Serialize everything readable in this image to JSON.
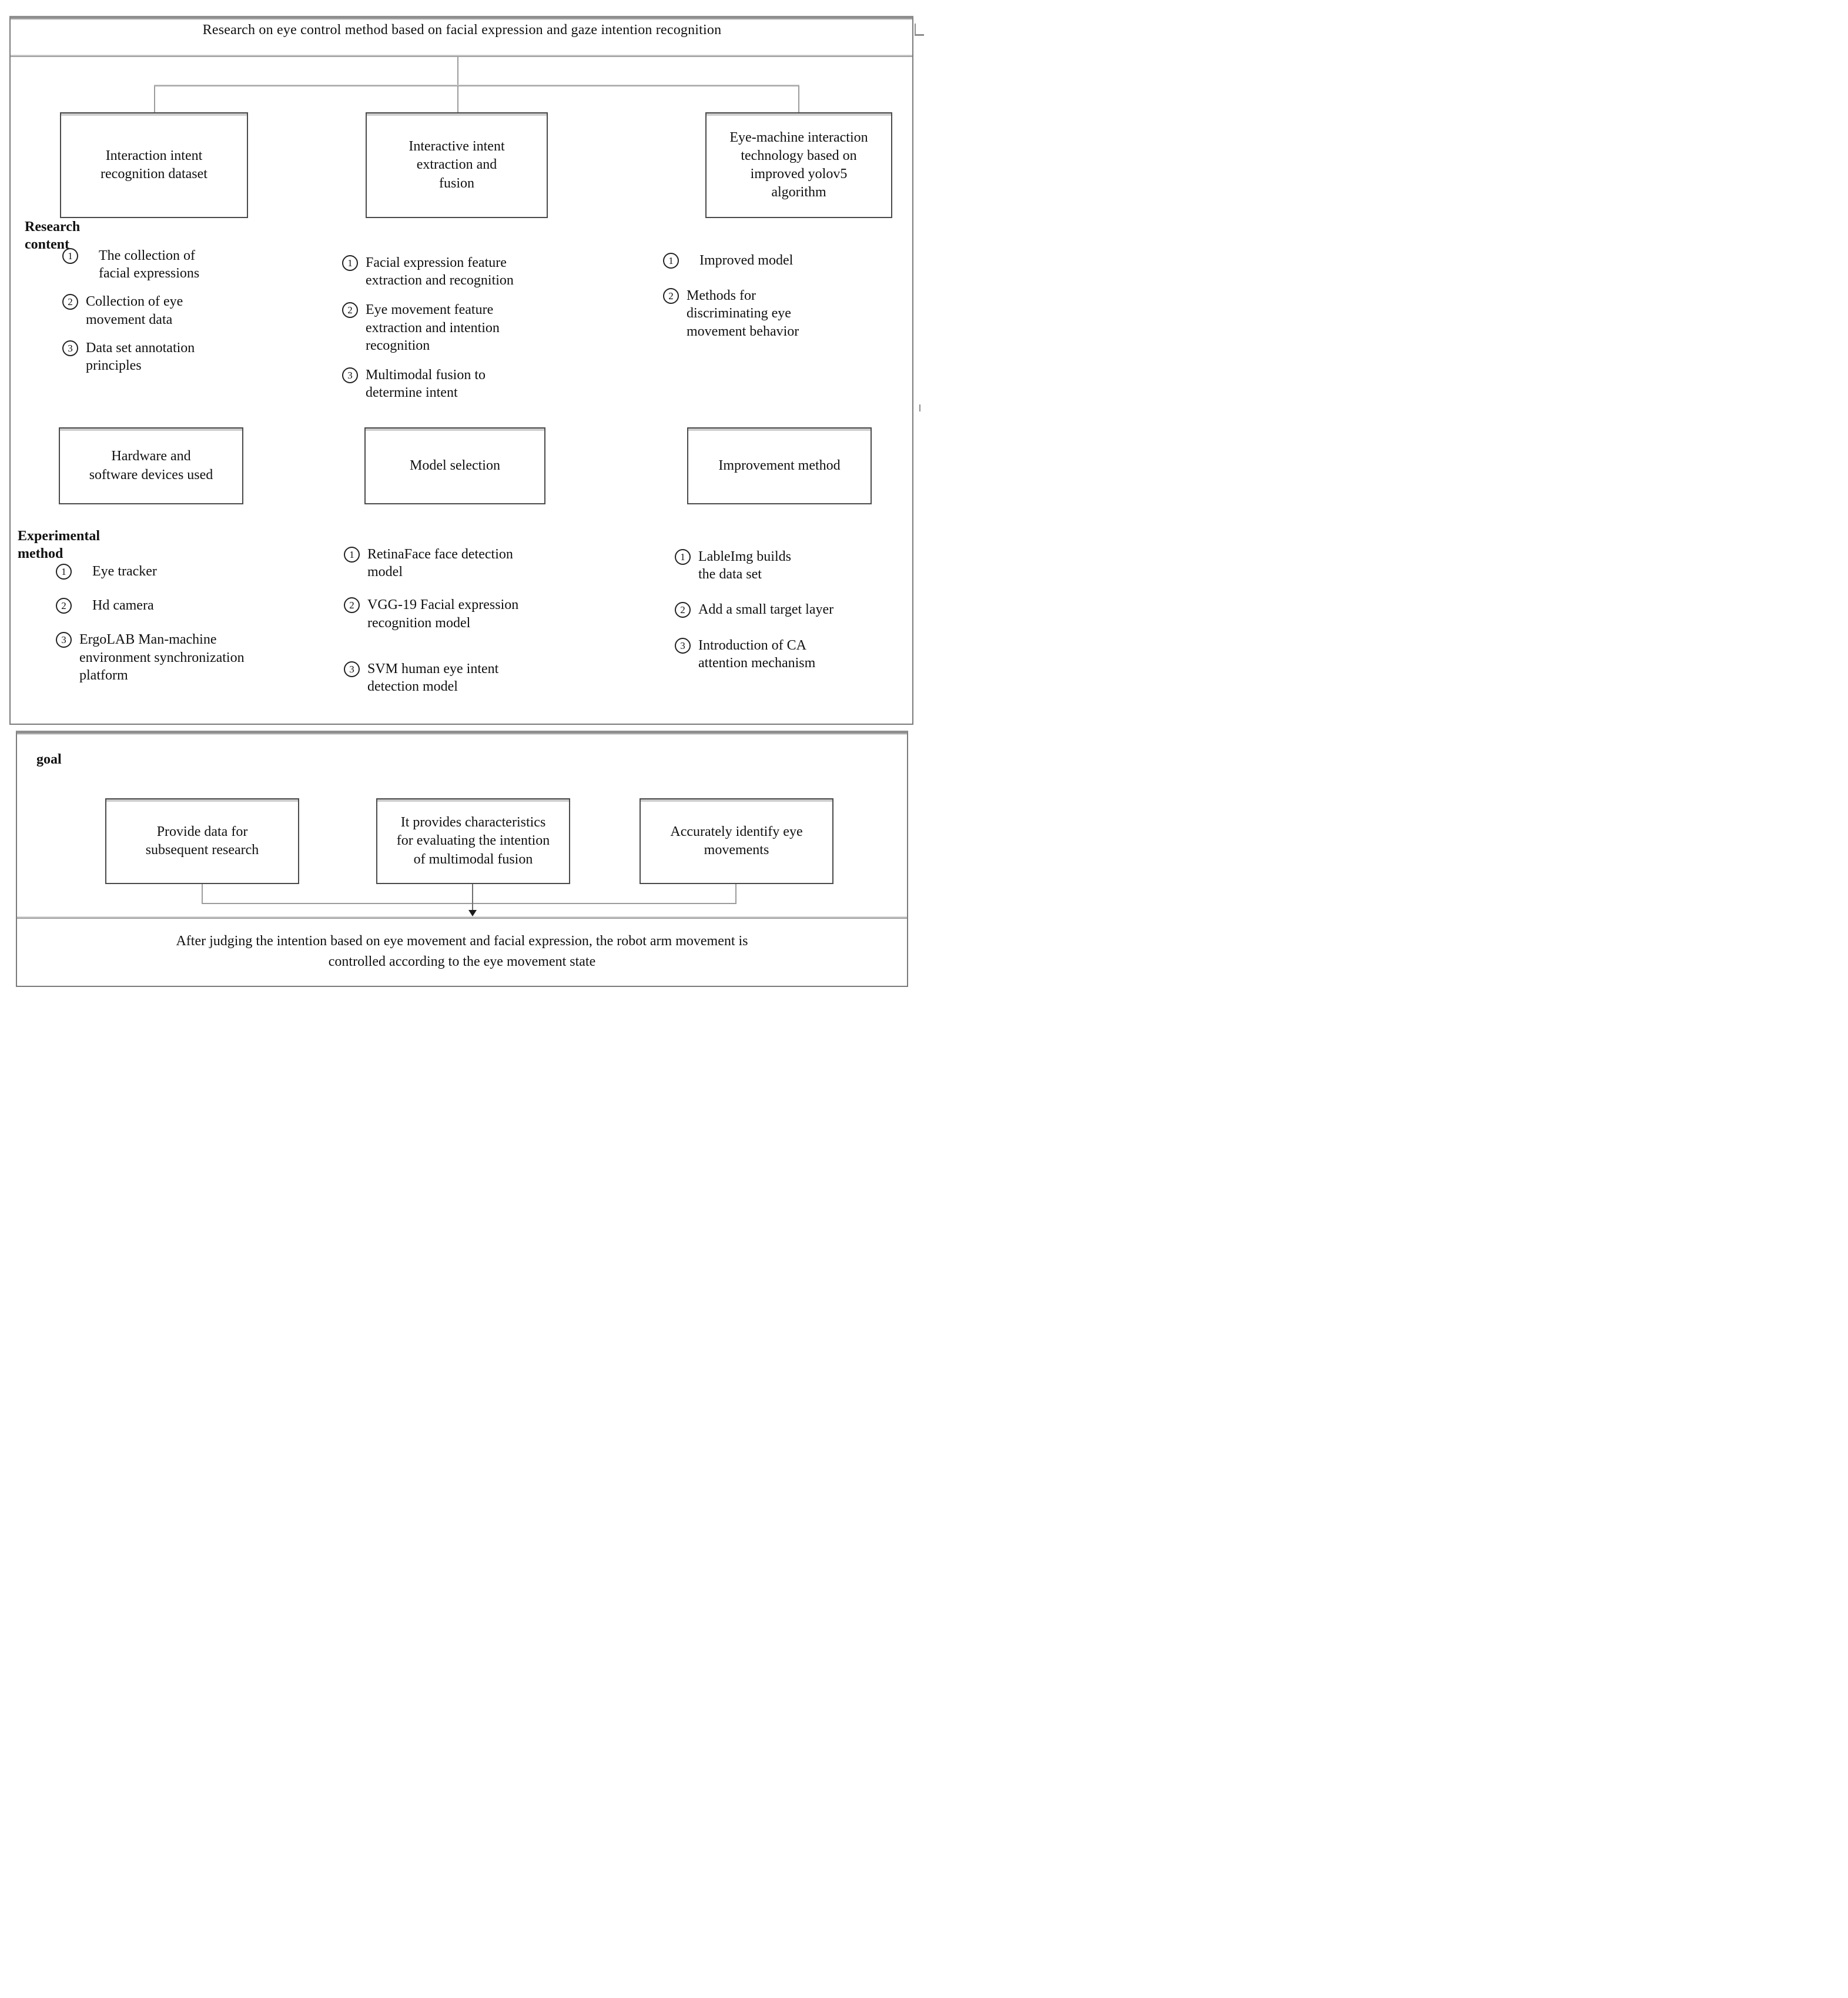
{
  "title": "Research on eye control method based on facial expression and gaze intention recognition",
  "headings": {
    "research": "Research content",
    "experimental": "Experimental method",
    "goal": "goal"
  },
  "top_boxes": [
    {
      "label": "Interaction intent\nrecognition dataset"
    },
    {
      "label": "Interactive intent\nextraction and\nfusion"
    },
    {
      "label": "Eye-machine interaction\ntechnology based on\nimproved yolov5\nalgorithm"
    }
  ],
  "research_items": {
    "left": [
      {
        "num": "1",
        "text": "The collection of\nfacial expressions"
      },
      {
        "num": "2",
        "text": "Collection of eye\nmovement data"
      },
      {
        "num": "3",
        "text": "Data set annotation\nprinciples"
      }
    ],
    "middle": [
      {
        "num": "1",
        "text": "Facial expression feature\nextraction and recognition"
      },
      {
        "num": "2",
        "text": "Eye movement feature\nextraction and intention\nrecognition"
      },
      {
        "num": "3",
        "text": "Multimodal fusion to\ndetermine intent"
      }
    ],
    "right": [
      {
        "num": "1",
        "text": "Improved model"
      },
      {
        "num": "2",
        "text": "Methods for\ndiscriminating eye\nmovement behavior"
      }
    ]
  },
  "method_boxes": [
    {
      "label": "Hardware and\nsoftware devices used"
    },
    {
      "label": "Model selection"
    },
    {
      "label": "Improvement method"
    }
  ],
  "method_items": {
    "left": [
      {
        "num": "1",
        "text": "Eye tracker"
      },
      {
        "num": "2",
        "text": "Hd camera"
      },
      {
        "num": "3",
        "text": "ErgoLAB Man-machine\nenvironment synchronization\nplatform"
      }
    ],
    "middle": [
      {
        "num": "1",
        "text": "RetinaFace face detection\nmodel"
      },
      {
        "num": "2",
        "text": "VGG-19 Facial expression\nrecognition model"
      },
      {
        "num": "3",
        "text": "SVM human eye intent\ndetection model"
      }
    ],
    "right": [
      {
        "num": "1",
        "text": "LableImg builds\nthe data set"
      },
      {
        "num": "2",
        "text": "Add a small target layer"
      },
      {
        "num": "3",
        "text": "Introduction of CA\nattention mechanism"
      }
    ]
  },
  "goal_boxes": [
    {
      "label": "Provide data for\nsubsequent research"
    },
    {
      "label": "It provides characteristics\nfor evaluating the intention\nof multimodal fusion"
    },
    {
      "label": "Accurately identify eye\nmovements"
    }
  ],
  "footer": "After judging the intention based on eye movement and facial expression, the robot arm movement is\ncontrolled according to the eye movement state",
  "colors": {
    "box_border": "#4a4a4a",
    "frame_border": "#7a7a7a",
    "connector": "#9c9c9c",
    "text": "#111111",
    "background": "#ffffff"
  }
}
